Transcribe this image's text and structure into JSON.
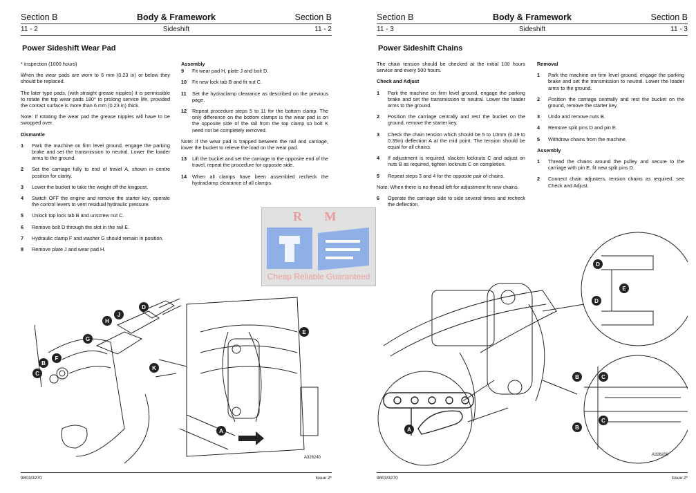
{
  "left_page": {
    "header": {
      "section_left": "Section B",
      "title": "Body & Framework",
      "section_right": "Section B",
      "page_left": "11 - 2",
      "subtitle": "Sideshift",
      "page_right": "11 - 2"
    },
    "title": "Power Sideshift Wear Pad",
    "inspection": "Inspection (1000 hours)",
    "para1": "When the wear pads are worn to 6 mm (0.23 in) or below they should be replaced.",
    "para2": "The later type pads, (with straight grease nipples) it is permissible to rotate the top wear pads 180° to prolong service life, provided the contact surface is more than 6 mm (0.23 in) thick.",
    "note1": "Note: If rotating the wear pad the grease nipples will have to be swopped over.",
    "dismantle_heading": "Dismantle",
    "dismantle_steps": [
      {
        "n": "1",
        "text": "Park the machine on firm level ground, engage the parking brake and set the transmission to neutral. Lower the loader arms to the ground."
      },
      {
        "n": "2",
        "text": "Set the carriage fully to end of travel A, shown in centre position for clarity."
      },
      {
        "n": "3",
        "text": "Lower the bucket to take the weight off the kingpost."
      },
      {
        "n": "4",
        "text": "Switch OFF the engine and remove the starter key, operate the control levers to vent residual hydraulic pressure."
      },
      {
        "n": "5",
        "text": "Unlock top lock tab B and unscrew nut C."
      },
      {
        "n": "6",
        "text": "Remove bolt D through the slot in the rail E."
      },
      {
        "n": "7",
        "text": "Hydraulic clamp F and washer G should remain in position."
      },
      {
        "n": "8",
        "text": "Remove plate J and wear pad H."
      }
    ],
    "assembly_heading": "Assembly",
    "assembly_steps": [
      {
        "n": "9",
        "text": "Fit wear pad H, plate J and bolt D."
      },
      {
        "n": "10",
        "text": "Fit new lock tab B and fit nut C."
      },
      {
        "n": "11",
        "text": "Set the hydraclamp clearance as described on the previous page."
      },
      {
        "n": "12",
        "text": "Repeat procedure steps 5 to 11 for the bottom clamp. The only difference on the bottom clamps is the wear pad is on the opposite side of the rail from the top clamp so bolt K need not be completely removed."
      }
    ],
    "note2": "Note: If the wear pad is trapped between the rail and carriage, lower the bucket to relieve the load on the wear pad.",
    "assembly_steps_2": [
      {
        "n": "13",
        "text": "Lift the bucket and set the carriage to the opposite end of the travel, repeat the procedure for opposite side."
      },
      {
        "n": "14",
        "text": "When all clamps have been assembled recheck the hydraclamp clearance of all clamps."
      }
    ],
    "figure_labels": [
      "D",
      "J",
      "H",
      "G",
      "F",
      "B",
      "C",
      "K",
      "E",
      "A"
    ],
    "figure_id": "A326240",
    "footer_left": "9803/3270",
    "footer_right": "Issue 2*"
  },
  "right_page": {
    "header": {
      "section_left": "Section B",
      "title": "Body & Framework",
      "section_right": "Section B",
      "page_left": "11 - 3",
      "subtitle": "Sideshift",
      "page_right": "11 - 3"
    },
    "title": "Power Sideshift Chains",
    "intro": "The chain tension should be checked at the initial 100 hours service and every 500 hours.",
    "check_heading": "Check and Adjust",
    "check_steps": [
      {
        "n": "1",
        "text": "Park the machine on firm level ground, engage the parking brake and set the transmission to neutral. Lower the loader arms to the ground."
      },
      {
        "n": "2",
        "text": "Position the carriage centrally and rest the bucket on the ground, remove the starter key."
      },
      {
        "n": "3",
        "text": "Check the chain tension which should be 5 to 10mm (0.19 to 0.39in) deflection A at the mid point. The tension should be equal for all chains."
      },
      {
        "n": "4",
        "text": "If adjustment is required, slacken locknuts C and adjust on nuts B as required, tighten locknuts C on completion."
      },
      {
        "n": "5",
        "text": "Repeat steps 3 and 4 for the opposite pair of chains."
      }
    ],
    "note": "Note: When there is no thread left for adjustment fit new chains.",
    "check_steps_2": [
      {
        "n": "6",
        "text": "Operate the carriage side to side several times and recheck the deflection."
      }
    ],
    "removal_heading": "Removal",
    "removal_steps": [
      {
        "n": "1",
        "text": "Park the machine on firm level ground, engage the parking brake and set the transmission to neutral. Lower the loader arms to the ground."
      },
      {
        "n": "2",
        "text": "Position the carriage centrally and rest the bucket on the ground, remove the starter key."
      },
      {
        "n": "3",
        "text": "Undo and remove nuts B."
      },
      {
        "n": "4",
        "text": "Remove split pins D and pin E."
      },
      {
        "n": "5",
        "text": "Withdraw chains from the machine."
      }
    ],
    "assembly_heading": "Assembly",
    "assembly_steps": [
      {
        "n": "1",
        "text": "Thread the chains around the pulley and secure to the carriage with pin E, fit new split pins D."
      },
      {
        "n": "2",
        "text": "Connect chain adjusters, tension chains as required, see Check and Adjust."
      }
    ],
    "figure_labels": [
      "D",
      "E",
      "D",
      "B",
      "C",
      "B",
      "C",
      "A"
    ],
    "figure_id": "A326200",
    "footer_left": "9803/3270",
    "footer_right": "Issue 2*"
  },
  "watermark": {
    "logo_text": "R M",
    "tagline": "Cheap Reliable Guaranteed"
  }
}
